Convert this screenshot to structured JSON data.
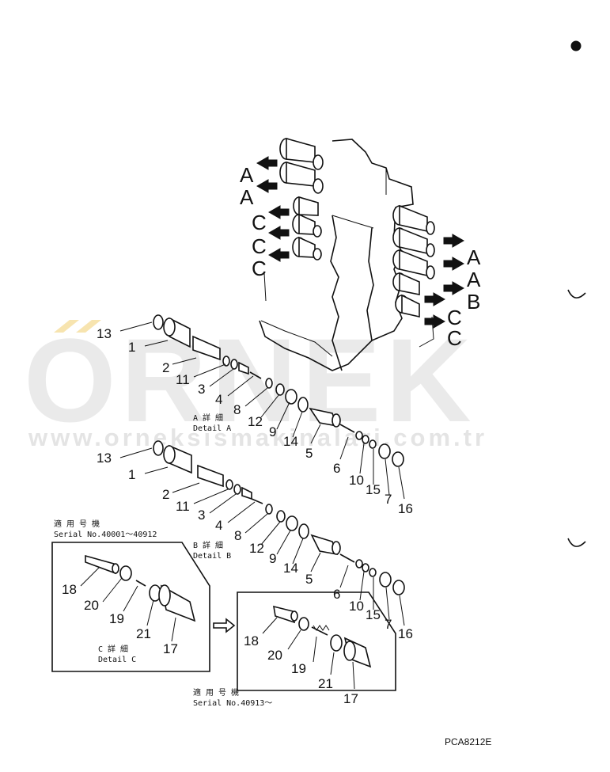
{
  "watermark": {
    "brand": "ORNEK",
    "url": "www.orneksismakinalari.com.tr"
  },
  "arrow_letters": {
    "left": [
      "A",
      "A",
      "C",
      "C",
      "C"
    ],
    "right": [
      "A",
      "A",
      "B",
      "C",
      "C"
    ]
  },
  "detail_a": {
    "title_jp": "A 詳 細",
    "title_en": "Detail A",
    "labels": [
      "13",
      "1",
      "2",
      "11",
      "3",
      "4",
      "8",
      "12",
      "9",
      "14",
      "5",
      "6",
      "10",
      "15",
      "7",
      "16"
    ]
  },
  "detail_b": {
    "title_jp": "B 詳 細",
    "title_en": "Detail B",
    "labels": [
      "13",
      "1",
      "2",
      "11",
      "3",
      "4",
      "8",
      "12",
      "9",
      "14",
      "5",
      "6",
      "10",
      "15",
      "7",
      "16"
    ]
  },
  "detail_c_old": {
    "serial_jp": "適 用 号 機",
    "serial": "Serial No.40001～40912",
    "title_jp": "C 詳 細",
    "title_en": "Detail C",
    "labels": [
      "18",
      "20",
      "19",
      "21",
      "17"
    ]
  },
  "detail_c_new": {
    "serial_jp": "適 用 号 機",
    "serial": "Serial No.40913～",
    "labels": [
      "18",
      "20",
      "19",
      "21",
      "17"
    ]
  },
  "figure_code": "PCA8212E"
}
